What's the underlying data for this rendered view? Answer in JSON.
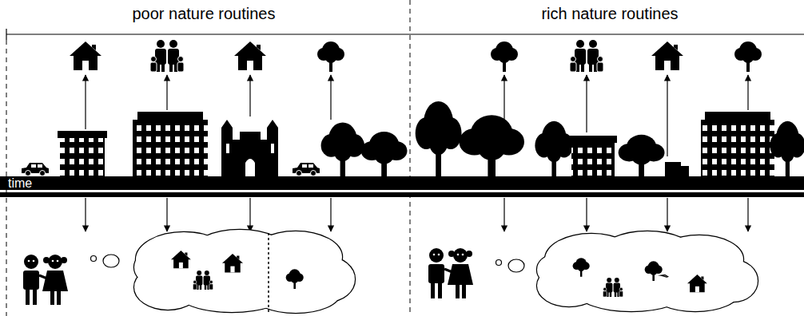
{
  "diagram": {
    "labels": [
      "poor nature routines",
      "rich nature routines",
      "time"
    ]
  }
}
